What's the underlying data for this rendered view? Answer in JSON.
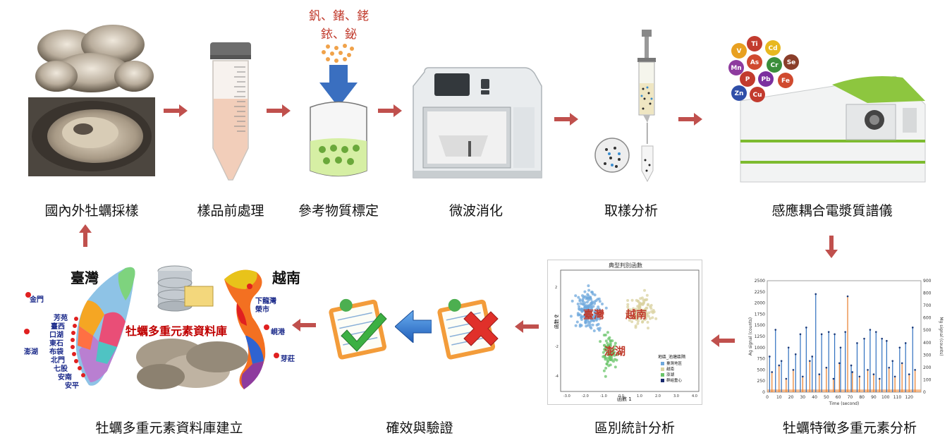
{
  "steps_top": [
    {
      "label": "國內外牡蠣採樣"
    },
    {
      "label": "樣品前處理"
    },
    {
      "label": "參考物質標定"
    },
    {
      "label": "微波消化"
    },
    {
      "label": "取樣分析"
    },
    {
      "label": "感應耦合電漿質譜儀"
    }
  ],
  "steps_bottom": [
    {
      "label": "牡蠣多重元素資料庫建立"
    },
    {
      "label": "確效與驗證"
    },
    {
      "label": "區別統計分析"
    },
    {
      "label": "牡蠣特徵多重元素分析"
    }
  ],
  "reference_elements": {
    "line1": "釩、鍺、銠",
    "line2": "銥、鉍"
  },
  "icp_element_balls": [
    "V",
    "Ti",
    "Cd",
    "Mn",
    "As",
    "Cr",
    "P",
    "Pb",
    "Fe",
    "Zn",
    "Cu",
    "Se"
  ],
  "database": {
    "taiwan_label": "臺灣",
    "vietnam_label": "越南",
    "db_title": "牡蠣多重元素資料庫",
    "taiwan_sites": [
      "芳苑",
      "臺西",
      "口湖",
      "東石",
      "布袋",
      "北門",
      "七股",
      "安南",
      "安平"
    ],
    "island_sites": [
      "金門",
      "澎湖"
    ],
    "vietnam_sites": [
      "下龍灣",
      "榮市",
      "峴港",
      "芽莊"
    ]
  },
  "lda_plot": {
    "title": "典型判別函數",
    "xlabel": "函數 1",
    "ylabel": "函數 2",
    "group_labels": [
      "臺灣",
      "越南",
      "澎湖"
    ],
    "legend_title": "地區_池塘區隔",
    "legend_items": [
      "臺灣地區",
      "越南",
      "澎湖",
      "群組重心"
    ],
    "x_ticks": [
      "-3.0",
      "-2.0",
      "-1.0",
      "0.0",
      "1.0",
      "2.0",
      "3.0",
      "4.0"
    ],
    "y_ticks": [
      "2",
      "0",
      "-2",
      "-4"
    ],
    "colors": {
      "taiwan": "#6fa8dc",
      "vietnam": "#d9d2a0",
      "penghu": "#6ac46a"
    }
  },
  "chart_data": {
    "type": "line",
    "xlabel": "Time (second)",
    "ylabel": "Ag signal (counts)",
    "ylabel_right": "Mg signal (counts)",
    "xlim": [
      0,
      130
    ],
    "ylim": [
      0,
      2500
    ],
    "ylim_right": [
      0,
      900
    ],
    "x_ticks": [
      0,
      10,
      20,
      30,
      40,
      50,
      60,
      70,
      80,
      90,
      100,
      110,
      120
    ],
    "y_ticks": [
      0,
      250,
      500,
      750,
      1000,
      1250,
      1500,
      1750,
      2000,
      2250,
      2500
    ],
    "y_ticks_right": [
      0,
      100,
      200,
      300,
      400,
      500,
      600,
      700,
      800,
      900
    ],
    "series": [
      {
        "color": "#2e6fbf",
        "x": [
          2,
          7,
          12,
          18,
          24,
          28,
          33,
          38,
          41,
          46,
          52,
          57,
          62,
          66,
          71,
          76,
          82,
          87,
          92,
          97,
          101,
          106,
          112,
          117,
          123
        ],
        "values": [
          800,
          1400,
          700,
          1000,
          850,
          1300,
          1450,
          800,
          2200,
          1300,
          1350,
          1300,
          1000,
          1350,
          600,
          1100,
          1200,
          1400,
          1350,
          1200,
          1150,
          700,
          1000,
          1100,
          1450
        ]
      },
      {
        "color": "#e87d2a",
        "x": [
          4,
          10,
          16,
          22,
          30,
          36,
          44,
          50,
          56,
          61,
          68,
          72,
          78,
          85,
          90,
          95,
          103,
          108,
          114,
          120,
          125
        ],
        "values": [
          450,
          600,
          300,
          500,
          350,
          700,
          400,
          550,
          300,
          650,
          2150,
          450,
          350,
          500,
          400,
          300,
          550,
          350,
          650,
          400,
          500
        ]
      }
    ]
  },
  "colors": {
    "arrow": "#c0504d",
    "title_red": "#c00000"
  }
}
